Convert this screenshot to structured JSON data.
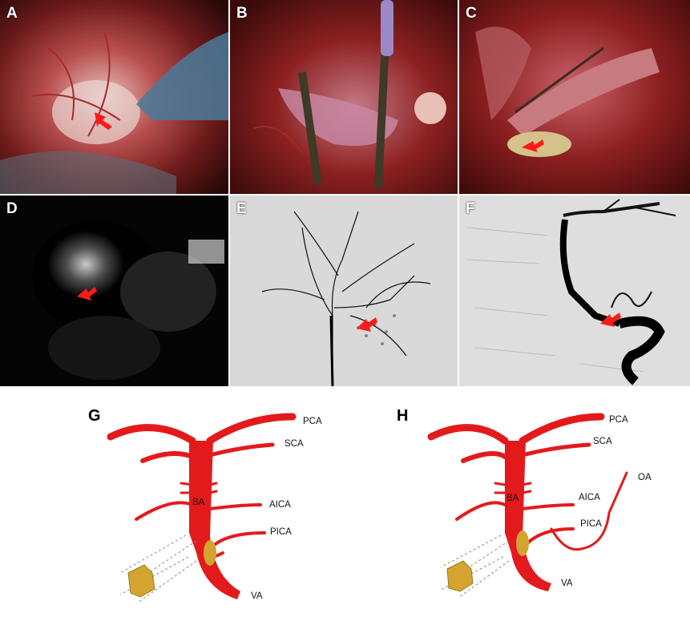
{
  "panels": [
    {
      "id": "A",
      "label": "A",
      "kind": "surgical-photo"
    },
    {
      "id": "B",
      "label": "B",
      "kind": "surgical-photo"
    },
    {
      "id": "C",
      "label": "C",
      "kind": "surgical-photo"
    },
    {
      "id": "D",
      "label": "D",
      "kind": "mri"
    },
    {
      "id": "E",
      "label": "E",
      "kind": "angiogram"
    },
    {
      "id": "F",
      "label": "F",
      "kind": "angiogram"
    }
  ],
  "diagram_g": {
    "label": "G",
    "vessels": {
      "pca": "PCA",
      "sca": "SCA",
      "ba": "BA",
      "aica": "AICA",
      "pica": "PICA",
      "va": "VA"
    }
  },
  "diagram_h": {
    "label": "H",
    "vessels": {
      "pca": "PCA",
      "sca": "SCA",
      "ba": "BA",
      "aica": "AICA",
      "pica": "PICA",
      "va": "VA",
      "oa": "OA"
    }
  },
  "colors": {
    "vessel": "#e31a1c",
    "lesion": "#d4a431",
    "arrow": "#ff1a1a",
    "tissue": "#7a1010"
  }
}
